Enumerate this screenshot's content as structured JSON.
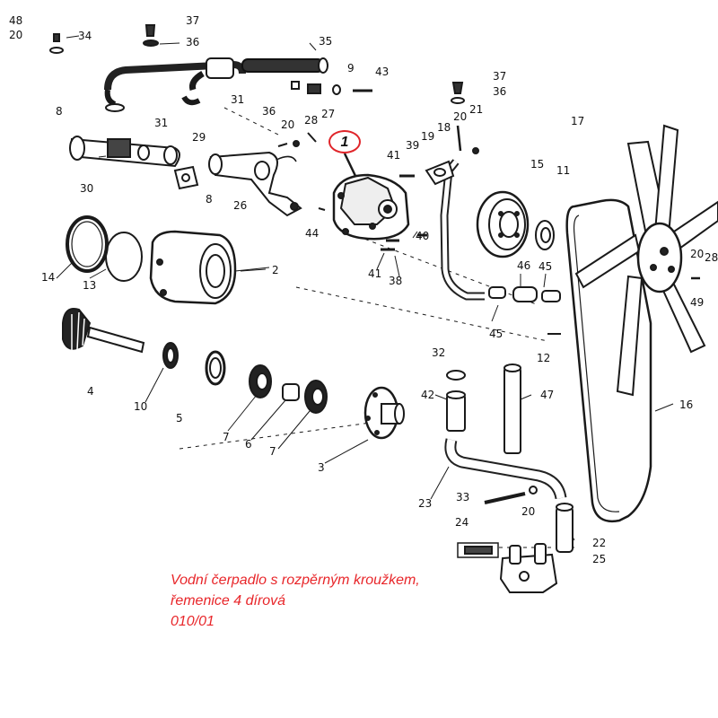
{
  "diagram": {
    "highlight_label": "1",
    "caption_lines": [
      "Vodní čerpadlo s rozpěrným kroužkem,",
      "řemenice 4 dírová",
      "010/01"
    ],
    "part_labels": {
      "p48": "48",
      "p20a": "20",
      "p34": "34",
      "p37a": "37",
      "p36a": "36",
      "p35": "35",
      "p9": "9",
      "p43": "43",
      "p8a": "8",
      "p31a": "31",
      "p31b": "31",
      "p36b": "36",
      "p20b": "20",
      "p28a": "28",
      "p27": "27",
      "p37b": "37",
      "p36c": "36",
      "p20c": "20",
      "p21": "21",
      "p18": "18",
      "p19": "19",
      "p17": "17",
      "p29": "29",
      "p41a": "41",
      "p39": "39",
      "p15": "15",
      "p11": "11",
      "p30": "30",
      "p8b": "8",
      "p26": "26",
      "p44": "44",
      "p40": "40",
      "p41b": "41",
      "p38": "38",
      "p46": "46",
      "p45a": "45",
      "p20d": "20",
      "p28b": "28",
      "p49": "49",
      "p14": "14",
      "p13": "13",
      "p2": "2",
      "p45b": "45",
      "p32": "32",
      "p12": "12",
      "p4": "4",
      "p10": "10",
      "p5": "5",
      "p7a": "7",
      "p6": "6",
      "p7b": "7",
      "p3": "3",
      "p42": "42",
      "p47": "47",
      "p16": "16",
      "p23": "23",
      "p33": "33",
      "p20e": "20",
      "p24": "24",
      "p22": "22",
      "p25": "25"
    }
  }
}
